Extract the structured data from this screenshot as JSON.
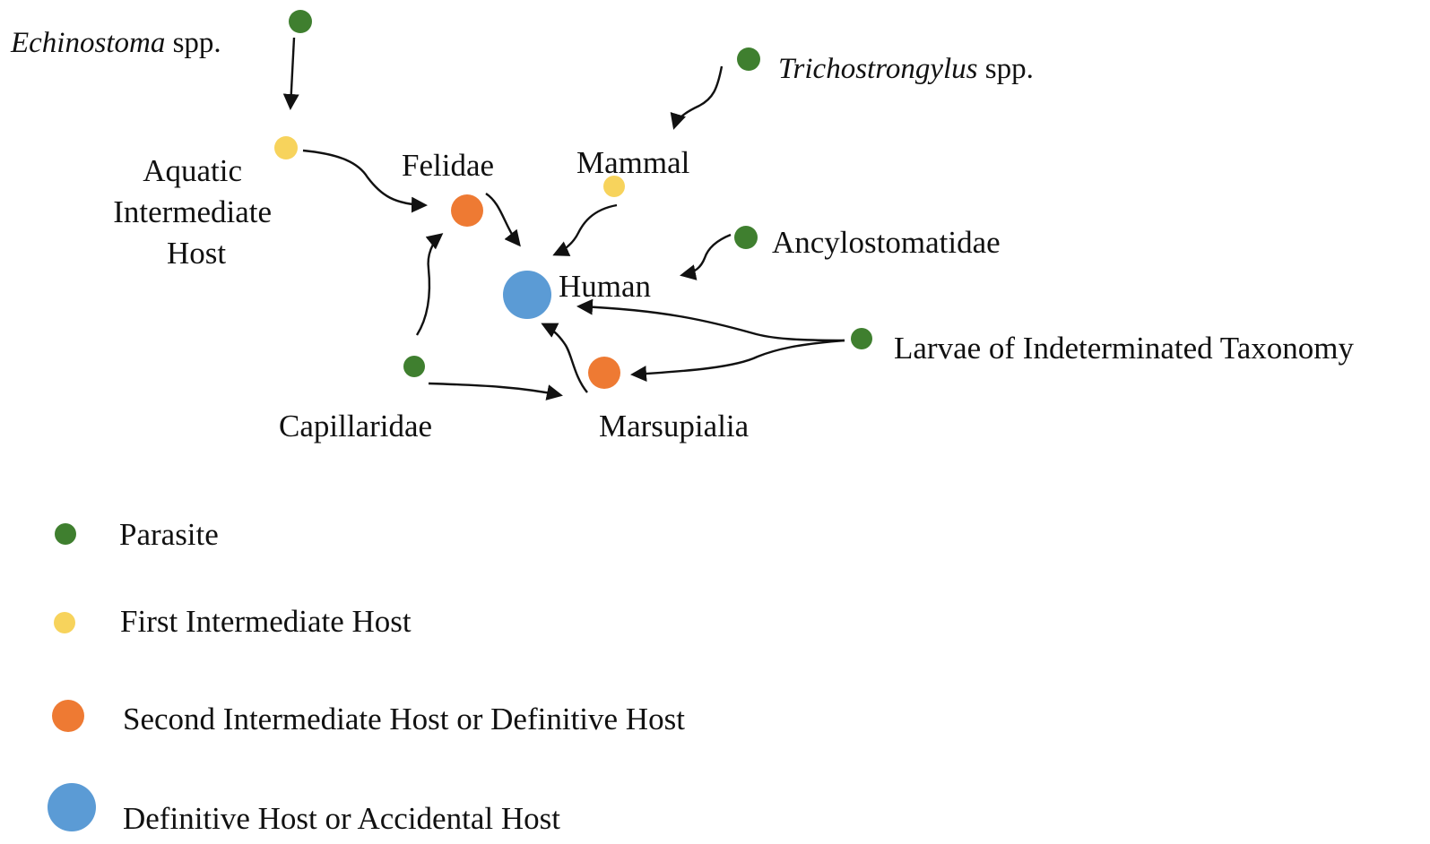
{
  "colors": {
    "parasite": "#3f7f2f",
    "first_intermediate": "#f7d35c",
    "second_intermediate": "#ee7a33",
    "definitive": "#5b9bd5"
  },
  "nodes": {
    "echinostoma": {
      "name": "Echinostoma",
      "suffix": " spp.",
      "type": "parasite"
    },
    "trichostrongylus": {
      "name": "Trichostrongylus",
      "suffix": " spp.",
      "type": "parasite"
    },
    "aquatic_host": {
      "lines": [
        "Aquatic",
        "Intermediate",
        "Host"
      ],
      "type": "first_intermediate"
    },
    "felidae": {
      "label": "Felidae",
      "type": "second_intermediate"
    },
    "mammal": {
      "label": "Mammal",
      "type": "first_intermediate"
    },
    "ancylostomatidae": {
      "label": "Ancylostomatidae",
      "type": "parasite"
    },
    "human": {
      "label": "Human",
      "type": "definitive"
    },
    "larvae": {
      "label": "Larvae of Indeterminated Taxonomy",
      "type": "parasite"
    },
    "capillaridae": {
      "label": "Capillaridae",
      "type": "parasite"
    },
    "marsupialia": {
      "label": "Marsupialia",
      "type": "second_intermediate"
    }
  },
  "edges": [
    {
      "from": "echinostoma",
      "to": "aquatic_host"
    },
    {
      "from": "aquatic_host",
      "to": "felidae"
    },
    {
      "from": "trichostrongylus",
      "to": "mammal"
    },
    {
      "from": "felidae",
      "to": "human"
    },
    {
      "from": "mammal",
      "to": "human"
    },
    {
      "from": "ancylostomatidae",
      "to": "human"
    },
    {
      "from": "larvae",
      "to": "human"
    },
    {
      "from": "larvae",
      "to": "marsupialia"
    },
    {
      "from": "capillaridae",
      "to": "felidae"
    },
    {
      "from": "capillaridae",
      "to": "marsupialia"
    },
    {
      "from": "marsupialia",
      "to": "human"
    }
  ],
  "legend": {
    "parasite": "Parasite",
    "first_intermediate": "First Intermediate Host",
    "second_intermediate": "Second Intermediate Host or Definitive Host",
    "definitive": "Definitive Host or Accidental Host"
  }
}
